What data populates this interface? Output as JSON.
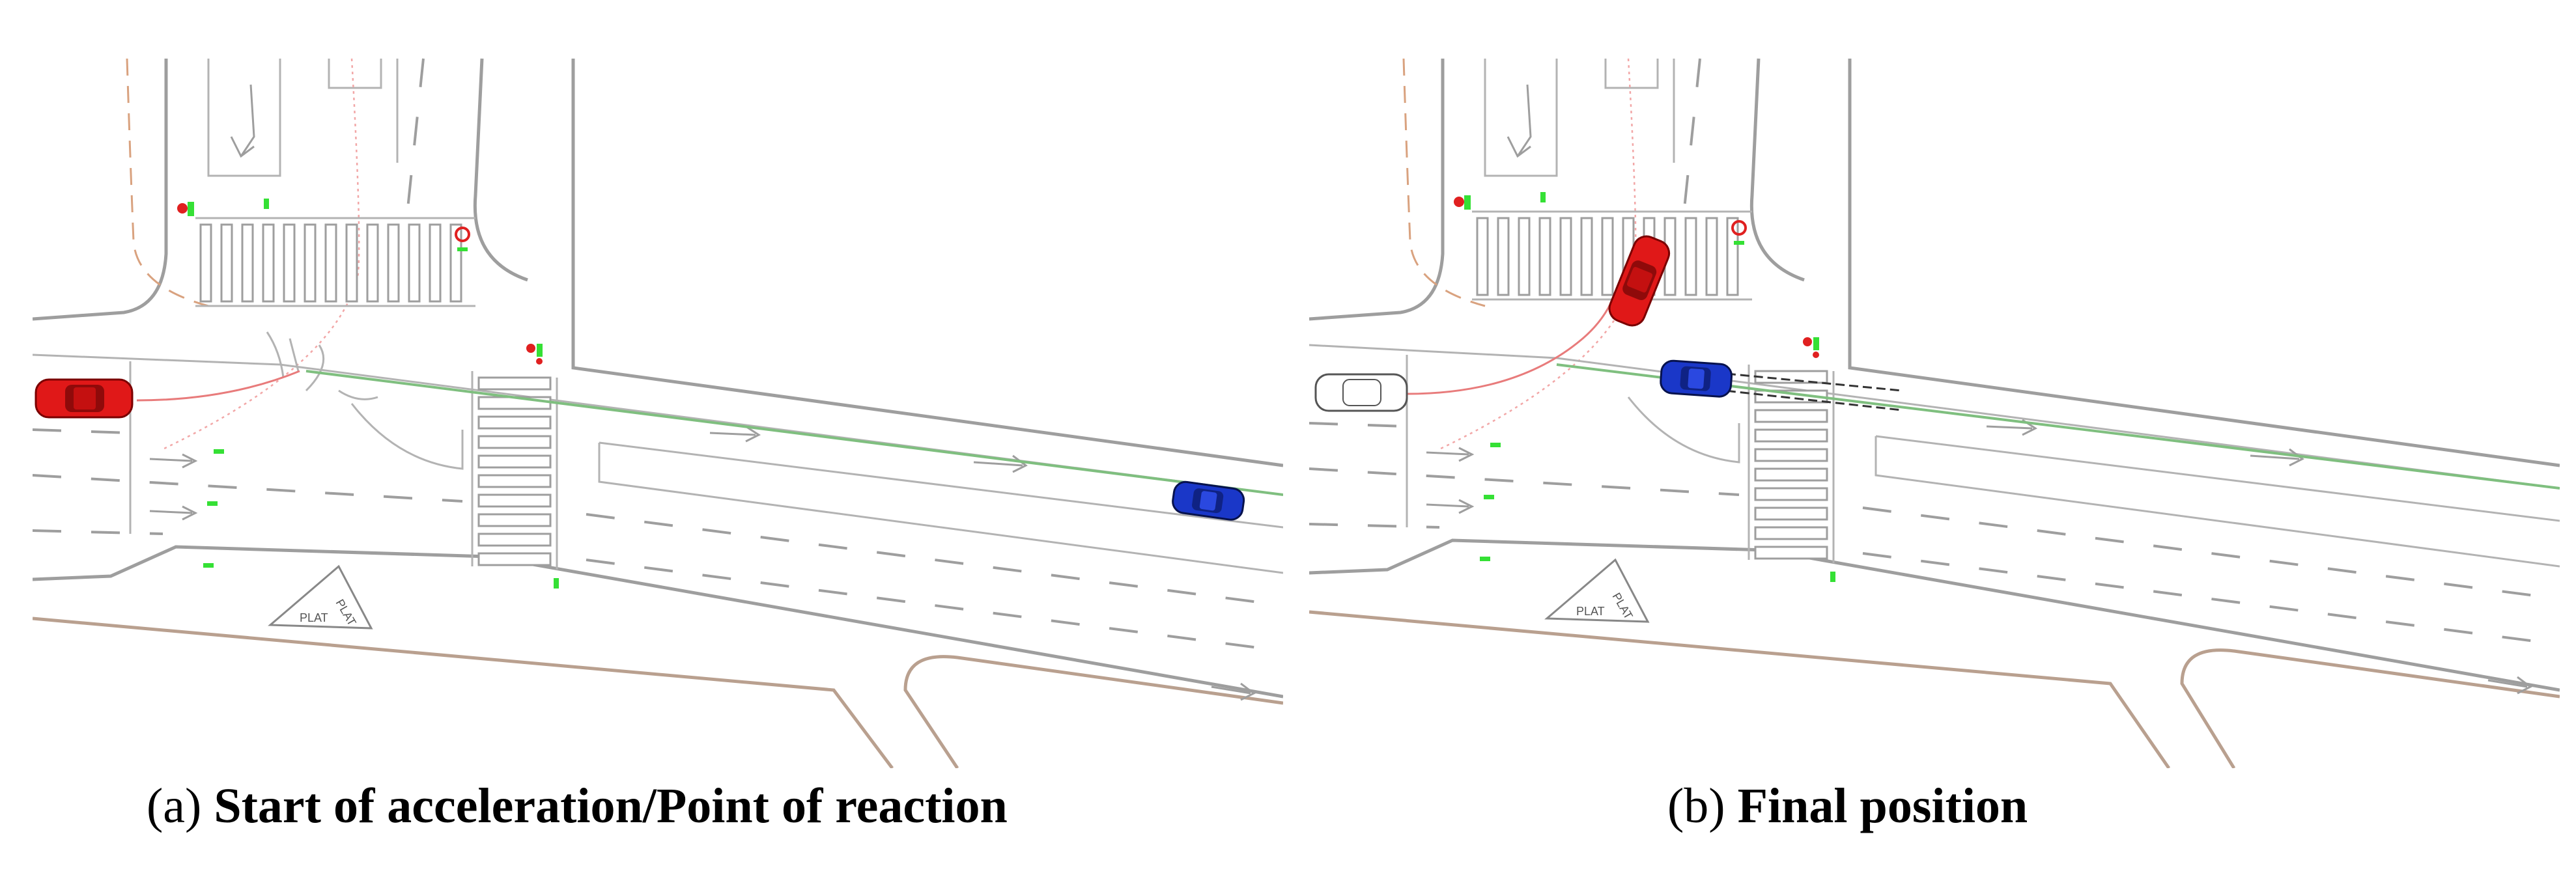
{
  "figure": {
    "panels": [
      {
        "id": "a",
        "label": "(a)",
        "caption": "Start of acceleration/Point of reaction",
        "red_car_state": "start",
        "blue_car_state": "approaching"
      },
      {
        "id": "b",
        "label": "(b)",
        "caption": "Final position",
        "red_car_state": "turned",
        "blue_car_state": "near-crosswalk"
      }
    ],
    "sign_text": "PLAT",
    "colors": {
      "red_car": "#e01818",
      "blue_car": "#1a37c8",
      "trajectory_red": "#e87b7b",
      "trajectory_green": "#7fbf7f",
      "signal_green": "#35e035",
      "signal_red": "#e02020",
      "road_line": "#9e9e9e",
      "kerb_line": "#b9a08f"
    },
    "icons": [
      "traffic-signal-icon",
      "pedestrian-signal-icon",
      "direction-arrow-icon",
      "yield-sign-icon",
      "car-icon"
    ]
  }
}
